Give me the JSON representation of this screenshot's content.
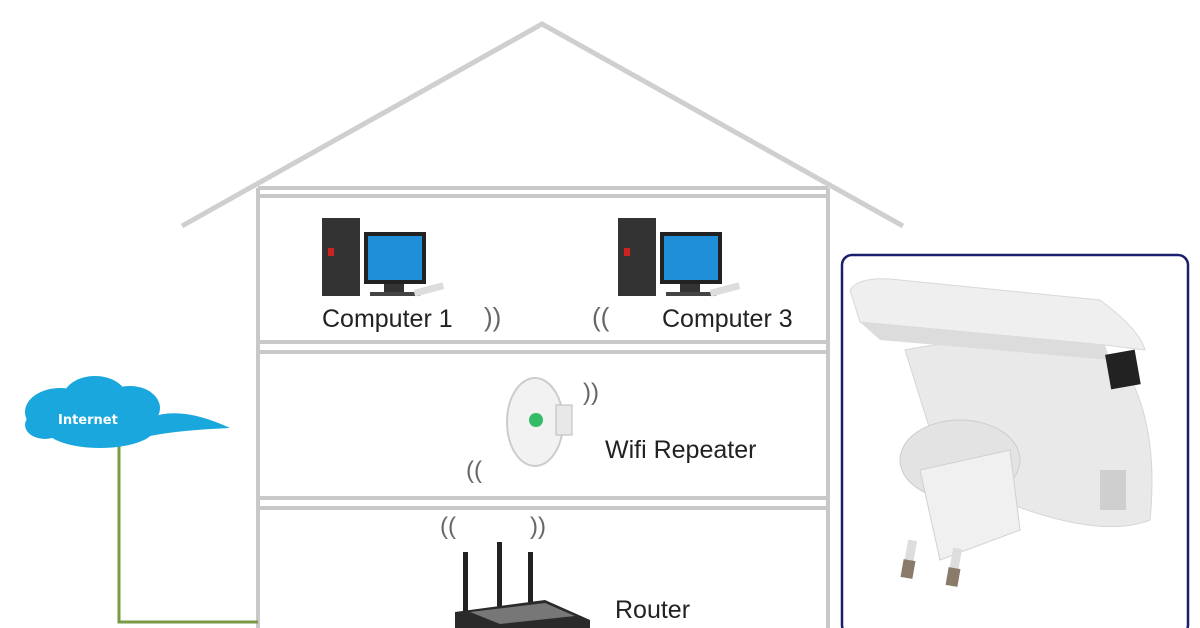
{
  "labels": {
    "internet": "Internet",
    "computer1": "Computer 1",
    "computer3": "Computer 3",
    "repeater": "Wifi Repeater",
    "router": "Router"
  },
  "colors": {
    "cloud": "#1aa7dd",
    "cable": "#7a9a45",
    "house_outline": "#cfcfcf",
    "photo_frame": "#1c1f6b",
    "monitor_screen": "#1e8fd8"
  },
  "icons": [
    "cloud-icon",
    "computer-icon",
    "wifi-signal-icon",
    "repeater-icon",
    "router-icon",
    "repeater-product-photo"
  ]
}
